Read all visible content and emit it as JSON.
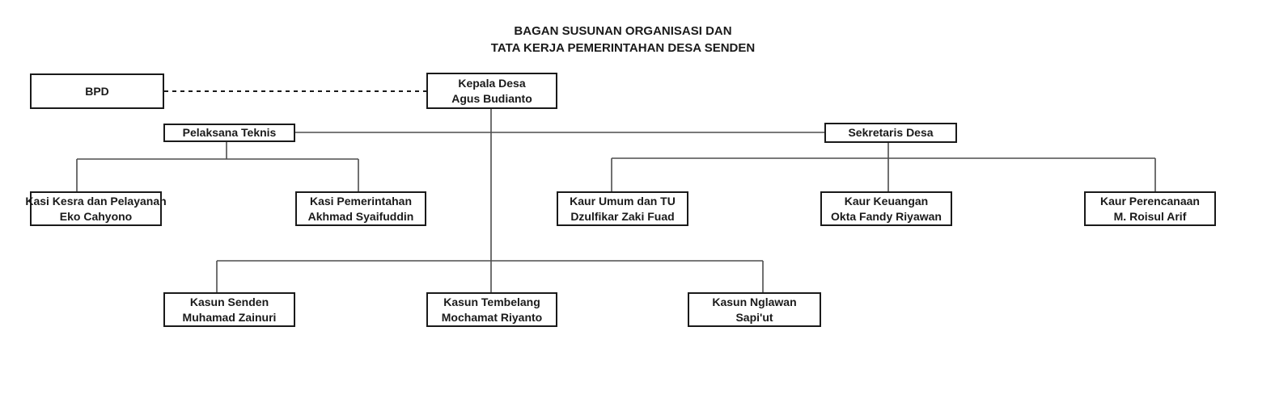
{
  "title": {
    "line1": "BAGAN SUSUNAN ORGANISASI DAN",
    "line2": "TATA KERJA PEMERINTAHAN DESA SENDEN"
  },
  "nodes": {
    "bpd": {
      "title": "BPD"
    },
    "kepala_desa": {
      "title": "Kepala Desa",
      "person": "Agus Budianto"
    },
    "pelaksana_teknis": {
      "title": "Pelaksana Teknis"
    },
    "sekretaris_desa": {
      "title": "Sekretaris Desa"
    },
    "kasi_kesra": {
      "title": "Kasi Kesra dan Pelayanan",
      "person": "Eko Cahyono"
    },
    "kasi_pemerintahan": {
      "title": "Kasi Pemerintahan",
      "person": "Akhmad Syaifuddin"
    },
    "kaur_umum": {
      "title": "Kaur Umum dan TU",
      "person": "Dzulfikar Zaki Fuad"
    },
    "kaur_keuangan": {
      "title": "Kaur Keuangan",
      "person": "Okta Fandy Riyawan"
    },
    "kaur_perencanaan": {
      "title": "Kaur Perencanaan",
      "person": "M. Roisul Arif"
    },
    "kasun_senden": {
      "title": "Kasun Senden",
      "person": "Muhamad Zainuri"
    },
    "kasun_tembelang": {
      "title": "Kasun Tembelang",
      "person": "Mochamat Riyanto"
    },
    "kasun_nglawan": {
      "title": "Kasun Nglawan",
      "person": "Sapi'ut"
    }
  },
  "colors": {
    "background": "#ffffff",
    "box_border": "#1a1a1a",
    "connector": "#4d4d4d",
    "text": "#1a1a1a"
  }
}
